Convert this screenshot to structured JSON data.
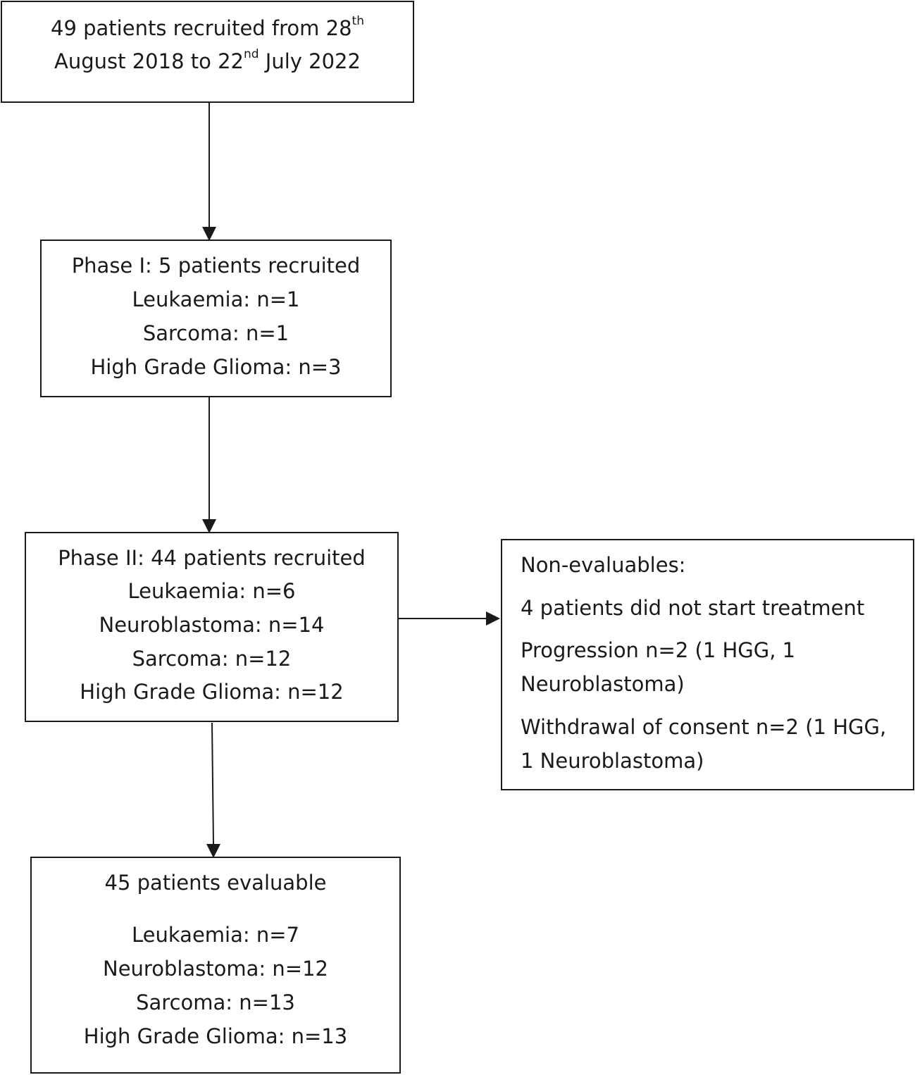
{
  "recruitment": {
    "part1": "49 patients recruited from 28",
    "sup1": "th",
    "part2": "August 2018 to 22",
    "sup2": "nd",
    "part3": " July 2022"
  },
  "phase1": {
    "title": "Phase I: 5 patients recruited",
    "lines": [
      "Leukaemia: n=1",
      "Sarcoma: n=1",
      "High Grade Glioma: n=3"
    ]
  },
  "phase2": {
    "title": "Phase II: 44 patients recruited",
    "lines": [
      "Leukaemia: n=6",
      "Neuroblastoma: n=14",
      "Sarcoma: n=12",
      "High Grade Glioma: n=12"
    ]
  },
  "non_evaluable": {
    "title": "Non-evaluables:",
    "lines": [
      "4 patients did not start treatment",
      "Progression n=2 (1 HGG, 1",
      "Neuroblastoma)",
      "Withdrawal of consent n=2 (1 HGG,",
      "1 Neuroblastoma)"
    ]
  },
  "evaluable": {
    "title": "45 patients evaluable",
    "lines": [
      "Leukaemia: n=7",
      "Neuroblastoma: n=12",
      "Sarcoma: n=13",
      "High Grade Glioma: n=13"
    ]
  }
}
